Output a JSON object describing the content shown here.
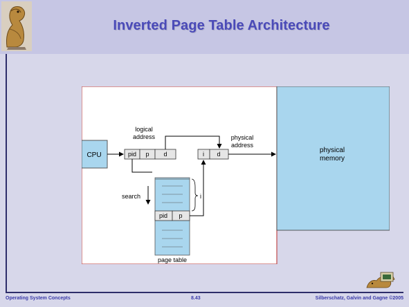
{
  "slide": {
    "title": "Inverted Page Table Architecture",
    "footer_left": "Operating System Concepts",
    "footer_center": "8.43",
    "footer_right": "Silberschatz, Galvin and Gagne ©2005"
  },
  "diagram": {
    "cpu_label": "CPU",
    "logical_address_label": [
      "logical",
      "address"
    ],
    "logical_fields": [
      "pid",
      "p",
      "d"
    ],
    "physical_address_label": [
      "physical",
      "address"
    ],
    "physical_fields": [
      "i",
      "d"
    ],
    "physical_memory_label": [
      "physical",
      "memory"
    ],
    "search_label": "search",
    "index_label": "i",
    "table_entry_fields": [
      "pid",
      "p"
    ],
    "page_table_label": "page table"
  }
}
